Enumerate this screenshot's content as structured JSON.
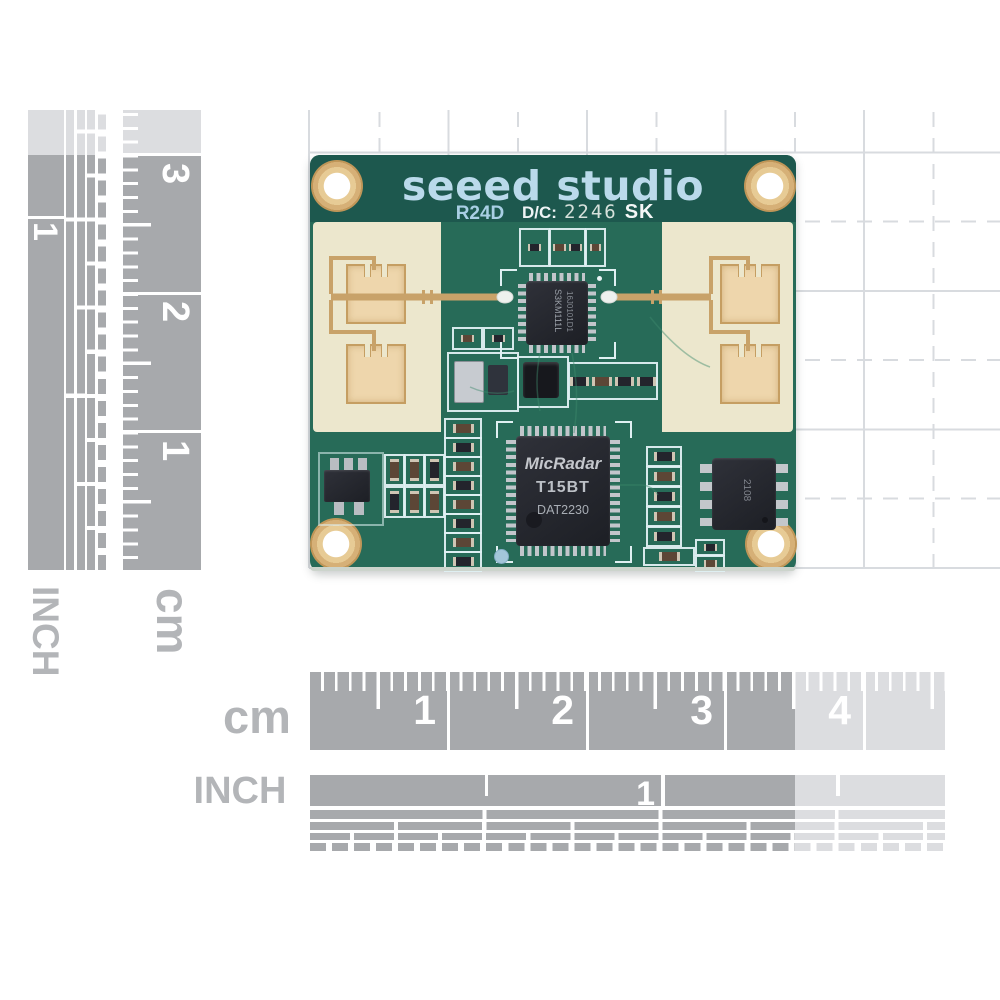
{
  "board": {
    "brand": "seeed studio",
    "model": "R24D",
    "dc_label": "D/C:",
    "dc_code": "2246",
    "dc_suffix": "SK",
    "radar_ic1": "S3KM111L",
    "radar_ic2": "16J0101D1",
    "mcu_brand": "MicRadar",
    "mcu_model": "T15BT",
    "mcu_code": "DAT2230",
    "soic_mark": "2108"
  },
  "rulers": {
    "bottom_cm": {
      "unit": "cm",
      "numbers": [
        "1",
        "2",
        "3",
        "4"
      ]
    },
    "bottom_inch": {
      "unit": "INCH",
      "numbers": [
        "1"
      ]
    },
    "left_cm": {
      "unit": "cm",
      "numbers": [
        "1",
        "2",
        "3"
      ]
    },
    "left_inch": {
      "unit": "INCH",
      "numbers": [
        "1"
      ]
    }
  },
  "colors": {
    "board_green": "#276b58",
    "board_header_green": "#1d584e",
    "antenna_cream": "#ece7cd",
    "copper_gold": "#c8a269",
    "silkscreen_blue": "#badaeb",
    "ruler_dark_gray": "#a7a9ac",
    "ruler_light_gray": "#dcdde0"
  }
}
